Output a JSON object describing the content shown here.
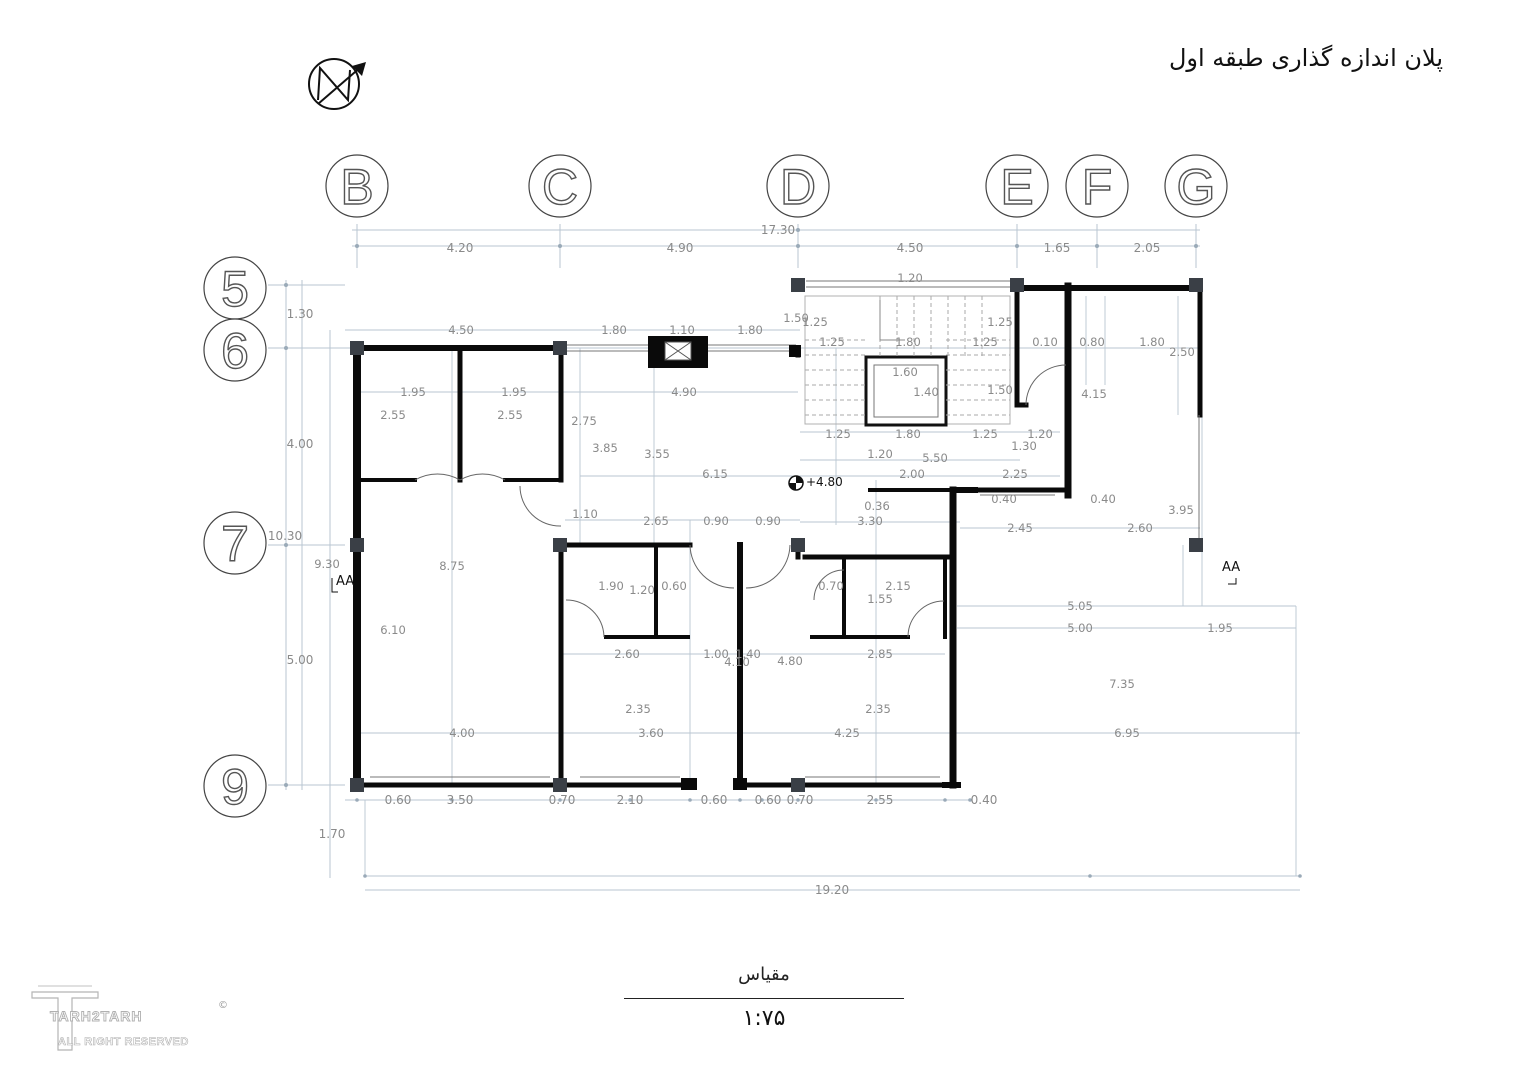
{
  "title": "پلان اندازه گذاری طبقه اول",
  "scale": {
    "label": "مقیاس",
    "value": "۱:۷۵"
  },
  "logo": {
    "name": "TARH2TARH",
    "tagline": "ALL RIGHT RESERVED",
    "reg_mark": "©"
  },
  "grid_axes": {
    "columns": [
      "B",
      "C",
      "D",
      "E",
      "F",
      "G"
    ],
    "rows": [
      "5",
      "6",
      "7",
      "9"
    ]
  },
  "dimensions": {
    "top_total": "17.30",
    "top_segments": [
      "4.20",
      "4.90",
      "4.50",
      "1.65",
      "2.05"
    ],
    "left_total": "10.30",
    "left_segments": [
      "1.30",
      "4.00",
      "5.00"
    ],
    "left_inner": "1.70",
    "bottom_total": "19.20",
    "bottom_segments": [
      "0.60",
      "3.50",
      "0.70",
      "2.10",
      "0.60",
      "0.60",
      "0.70",
      "2.55",
      "0.40"
    ],
    "interior": [
      "4.50",
      "1.80",
      "1.10",
      "1.80",
      "1.50",
      "1.25",
      "1.20",
      "1.25",
      "0.10",
      "0.80",
      "1.80",
      "2.50",
      "1.25",
      "1.80",
      "1.25",
      "1.95",
      "1.95",
      "4.90",
      "2.55",
      "2.55",
      "2.75",
      "3.85",
      "3.55",
      "1.60",
      "1.40",
      "1.50",
      "4.15",
      "1.25",
      "1.80",
      "1.25",
      "1.20",
      "1.30",
      "1.20",
      "5.50",
      "6.15",
      "2.00",
      "2.25",
      "0.36",
      "0.40",
      "0.40",
      "1.10",
      "2.65",
      "0.90",
      "0.90",
      "3.30",
      "2.45",
      "2.60",
      "3.95",
      "9.30",
      "8.75",
      "1.90",
      "1.20",
      "0.60",
      "0.70",
      "2.15",
      "1.55",
      "5.05",
      "6.10",
      "5.00",
      "1.95",
      "2.60",
      "1.00",
      "1.40",
      "2.85",
      "4.10",
      "4.80",
      "7.35",
      "2.35",
      "2.35",
      "4.00",
      "3.60",
      "4.25",
      "6.95"
    ]
  },
  "level_mark": "+4.80",
  "section_marks": [
    "AA",
    "AA"
  ]
}
